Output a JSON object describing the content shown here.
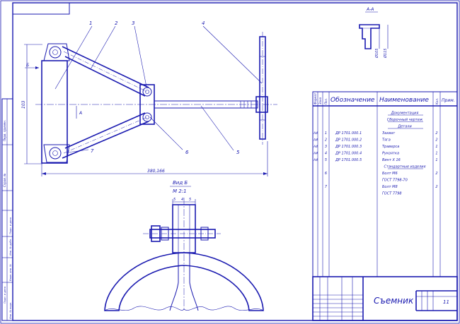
{
  "drawing": {
    "section_mark": "А-А",
    "view_title": "Вид Б",
    "view_scale": "М 2:1",
    "dim_height": "103",
    "dim_length": "380,166",
    "dim_d1": "Ø105",
    "dim_d2": "Ø115",
    "view_dims": [
      "5",
      "4",
      "5"
    ],
    "leaders": [
      "1",
      "2",
      "3",
      "4",
      "5",
      "6",
      "7"
    ],
    "left_marker": "Б",
    "section_marker": "А"
  },
  "spec": {
    "headers": {
      "format": "Формат",
      "zone": "Зона",
      "pos": "Поз.",
      "designation": "Обозначение",
      "name": "Наименование",
      "qty": "Кол.",
      "note": "Прим."
    },
    "rows": [
      {
        "name": "Документация"
      },
      {
        "name": "Сборочный чертеж"
      },
      {
        "name": "Детали"
      },
      {
        "fmt": "А4",
        "pos": "1",
        "des": "ДР 1701.000.1",
        "name": "Захват",
        "qty": "2"
      },
      {
        "fmt": "А4",
        "pos": "2",
        "des": "ДР 1701.000.2",
        "name": "Тяга",
        "qty": "2"
      },
      {
        "fmt": "А4",
        "pos": "3",
        "des": "ДР 1701.000.3",
        "name": "Траверса",
        "qty": "1"
      },
      {
        "fmt": "А4",
        "pos": "4",
        "des": "ДР 1701.000.4",
        "name": "Рукоятка",
        "qty": "1"
      },
      {
        "fmt": "А4",
        "pos": "5",
        "des": "ДР 1701.000.5",
        "name": "Винт Х 16",
        "qty": "1"
      },
      {
        "name": "Стандартные изделия"
      },
      {
        "pos": "6",
        "name": "Болт М6",
        "qty": "2"
      },
      {
        "name": "ГОСТ 7798-70"
      },
      {
        "pos": "7",
        "name": "Болт М8",
        "qty": "2"
      },
      {
        "name": "ГОСТ 7798"
      }
    ]
  },
  "title_block": {
    "product_name": "Съемник",
    "sheet_number": "11"
  },
  "side_stamp": [
    "Перв. примен.",
    "Справ. №",
    "Подп. и дата",
    "Инв. № дубл.",
    "Взам. инв. №",
    "Подп. и дата",
    "Инв. № подл."
  ]
}
